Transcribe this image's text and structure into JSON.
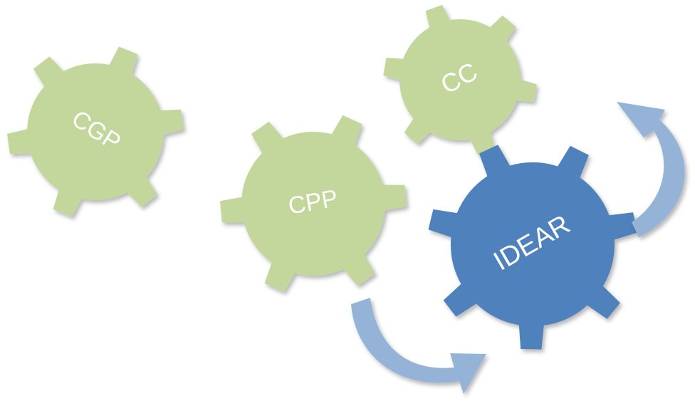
{
  "gears": [
    {
      "id": "cgp",
      "label": "CGP",
      "color": "#c3d69b"
    },
    {
      "id": "cpp",
      "label": "CPP",
      "color": "#c3d69b"
    },
    {
      "id": "cc",
      "label": "CC",
      "color": "#c3d69b"
    },
    {
      "id": "idear",
      "label": "IDEAR",
      "color": "#4f81bd"
    }
  ],
  "arrows": [
    {
      "id": "bottom",
      "color": "#95b3d7"
    },
    {
      "id": "right",
      "color": "#95b3d7"
    }
  ]
}
